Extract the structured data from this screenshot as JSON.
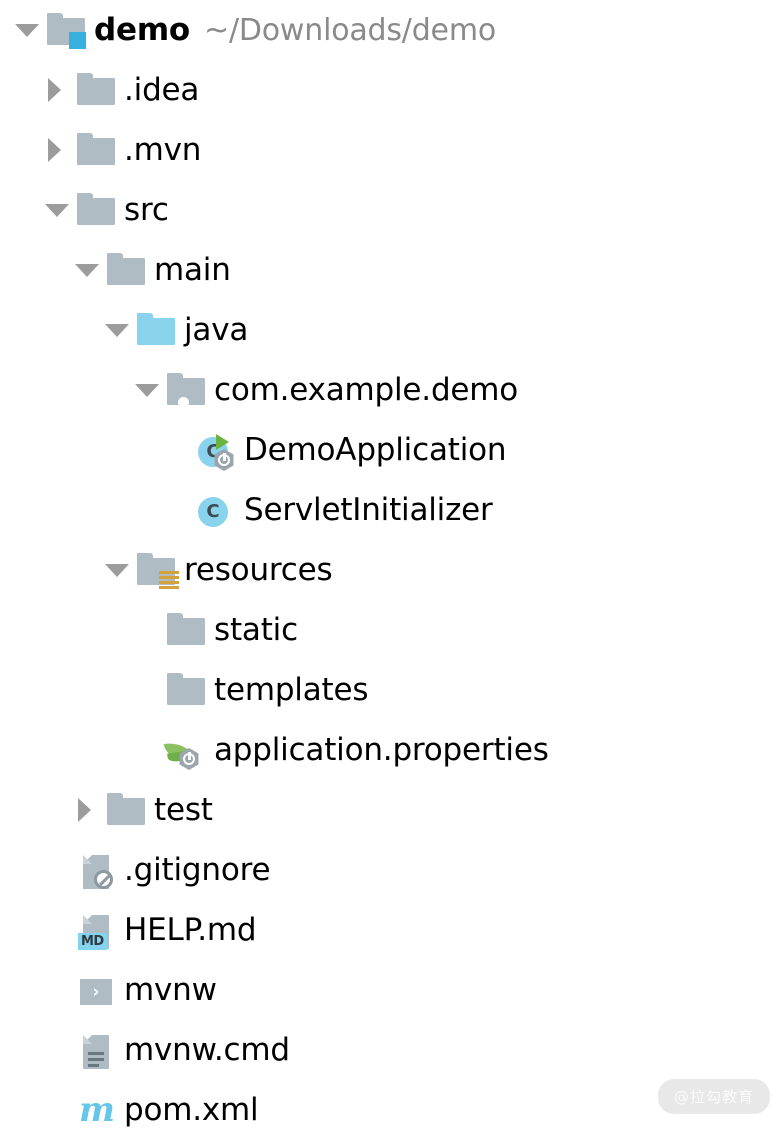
{
  "window": {
    "title": "demo",
    "kind": "project-tree"
  },
  "colors": {
    "folder_gray": "#afbcc3",
    "sources_blue": "#8ad3ec",
    "module_blue": "#36b0dd",
    "resources_orange": "#d4a23c",
    "spring_green": "#6cb33f",
    "maven_blue": "#64c6e8",
    "text": "#000000",
    "path_text": "#8a8a8a",
    "twisty_gray": "#9c9c9c",
    "background": "#ffffff"
  },
  "tree": {
    "rows": [
      {
        "label": "demo",
        "secondary": "~/Downloads/demo",
        "depth": 0,
        "twisty": "down",
        "icon": "module-folder-icon",
        "bold": true
      },
      {
        "label": ".idea",
        "secondary": "",
        "depth": 1,
        "twisty": "right",
        "icon": "folder-icon",
        "bold": false
      },
      {
        "label": ".mvn",
        "secondary": "",
        "depth": 1,
        "twisty": "right",
        "icon": "folder-icon",
        "bold": false
      },
      {
        "label": "src",
        "secondary": "",
        "depth": 1,
        "twisty": "down",
        "icon": "folder-icon",
        "bold": false
      },
      {
        "label": "main",
        "secondary": "",
        "depth": 2,
        "twisty": "down",
        "icon": "folder-icon",
        "bold": false
      },
      {
        "label": "java",
        "secondary": "",
        "depth": 3,
        "twisty": "down",
        "icon": "sources-root-folder-icon",
        "bold": false
      },
      {
        "label": "com.example.demo",
        "secondary": "",
        "depth": 4,
        "twisty": "down",
        "icon": "package-icon",
        "bold": false
      },
      {
        "label": "DemoApplication",
        "secondary": "",
        "depth": 5,
        "twisty": "none",
        "icon": "spring-boot-main-class-icon",
        "bold": false
      },
      {
        "label": "ServletInitializer",
        "secondary": "",
        "depth": 5,
        "twisty": "none",
        "icon": "java-class-icon",
        "bold": false
      },
      {
        "label": "resources",
        "secondary": "",
        "depth": 3,
        "twisty": "down",
        "icon": "resources-root-folder-icon",
        "bold": false
      },
      {
        "label": "static",
        "secondary": "",
        "depth": 4,
        "twisty": "none",
        "icon": "folder-icon",
        "bold": false
      },
      {
        "label": "templates",
        "secondary": "",
        "depth": 4,
        "twisty": "none",
        "icon": "folder-icon",
        "bold": false
      },
      {
        "label": "application.properties",
        "secondary": "",
        "depth": 4,
        "twisty": "none",
        "icon": "spring-properties-icon",
        "bold": false
      },
      {
        "label": "test",
        "secondary": "",
        "depth": 2,
        "twisty": "right",
        "icon": "folder-icon",
        "bold": false
      },
      {
        "label": ".gitignore",
        "secondary": "",
        "depth": 1,
        "twisty": "none",
        "icon": "ignored-file-icon",
        "bold": false
      },
      {
        "label": "HELP.md",
        "secondary": "",
        "depth": 1,
        "twisty": "none",
        "icon": "markdown-file-icon",
        "bold": false
      },
      {
        "label": "mvnw",
        "secondary": "",
        "depth": 1,
        "twisty": "none",
        "icon": "shell-script-icon",
        "bold": false
      },
      {
        "label": "mvnw.cmd",
        "secondary": "",
        "depth": 1,
        "twisty": "none",
        "icon": "text-file-icon",
        "bold": false
      },
      {
        "label": "pom.xml",
        "secondary": "",
        "depth": 1,
        "twisty": "none",
        "icon": "maven-pom-icon",
        "bold": false
      }
    ]
  },
  "watermark": {
    "text": "@拉勾教育"
  }
}
